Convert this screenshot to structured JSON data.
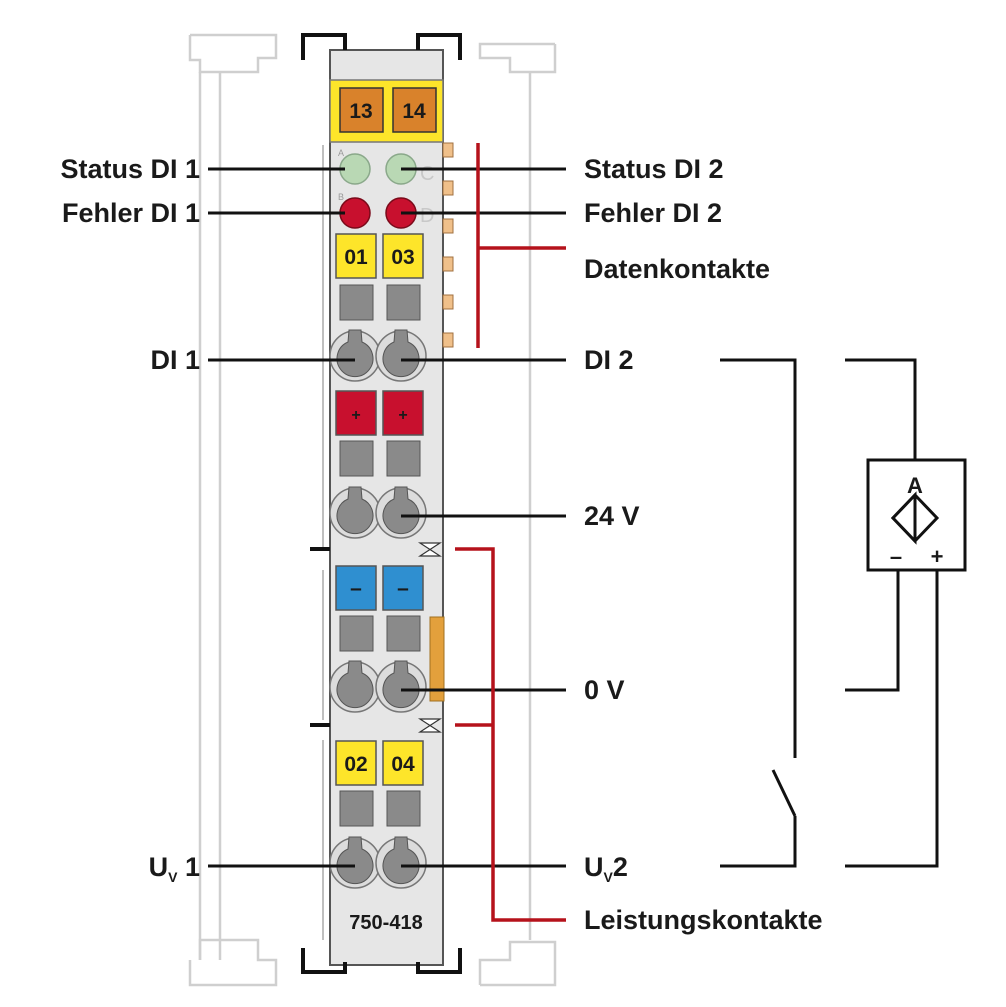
{
  "module": {
    "part_number": "750-418"
  },
  "terminals": {
    "top_left": "13",
    "top_right": "14",
    "row1_left": "01",
    "row1_right": "03",
    "plus_left": "+",
    "plus_right": "+",
    "minus_left": "–",
    "minus_right": "–",
    "row4_left": "02",
    "row4_right": "04"
  },
  "led_letters": {
    "a": "A",
    "b": "B",
    "c": "C",
    "d": "D"
  },
  "labels": {
    "status_di1": "Status DI 1",
    "fehler_di1": "Fehler DI 1",
    "di1": "DI 1",
    "uv1_main": "U",
    "uv1_sub": "V",
    "uv1_num": " 1",
    "status_di2": "Status DI 2",
    "fehler_di2": "Fehler DI 2",
    "datenkontakte": "Datenkontakte",
    "di2": "DI 2",
    "v24": "24 V",
    "v0": "0 V",
    "uv2_main": "U",
    "uv2_sub": "V",
    "uv2_num": "2",
    "leistungskontakte": "Leistungskontakte"
  },
  "sensor": {
    "letter": "A",
    "minus": "–",
    "plus": "+"
  },
  "colors": {
    "yellow": "#fde52a",
    "orange": "#d9822b",
    "red": "#c8102e",
    "blue": "#2f8fd0",
    "green_led": "#b9d8b4",
    "housing": "#e6e6e6",
    "accent_red": "#b5121b"
  }
}
